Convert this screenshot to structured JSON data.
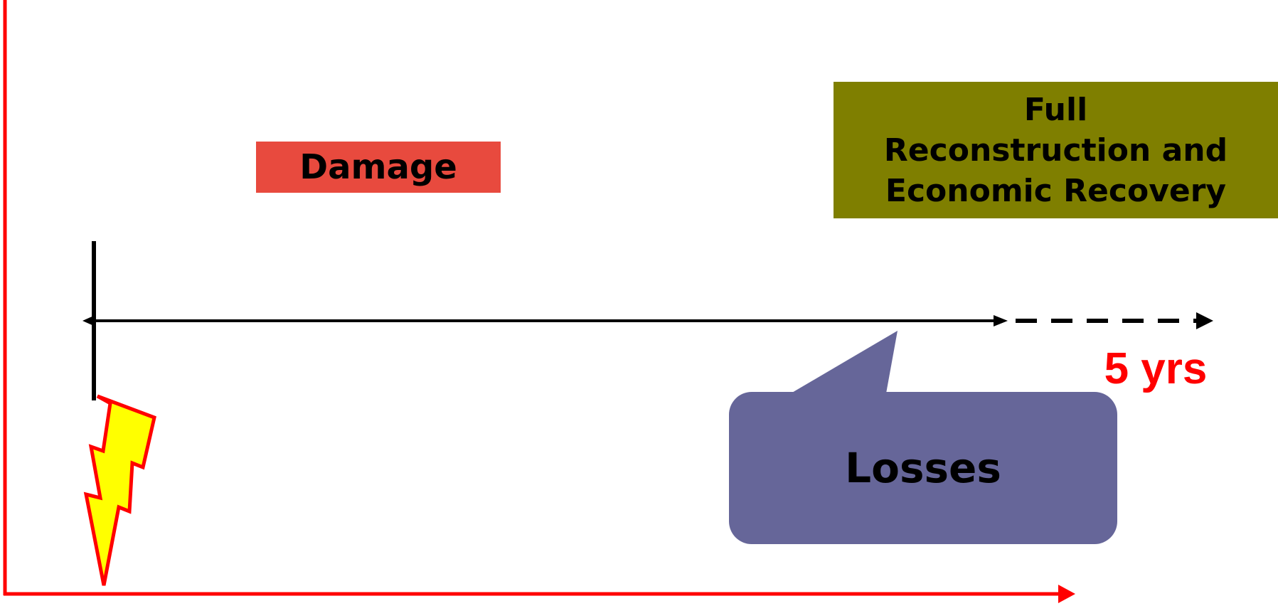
{
  "diagram": {
    "damage_label": "Damage",
    "recovery_label": "Full\nReconstruction and\nEconomic Recovery",
    "losses_label": "Losses",
    "duration_label": "5 yrs"
  },
  "colors": {
    "axis": "#ff0000",
    "damage_fill": "#e84a3e",
    "recovery_fill": "#7f7f00",
    "losses_fill": "#666699",
    "timeline": "#000000",
    "bolt_fill": "#ffff00",
    "bolt_stroke": "#ff0000",
    "duration_text": "#ff0000"
  },
  "icons": {
    "event": "lightning-bolt-icon"
  }
}
